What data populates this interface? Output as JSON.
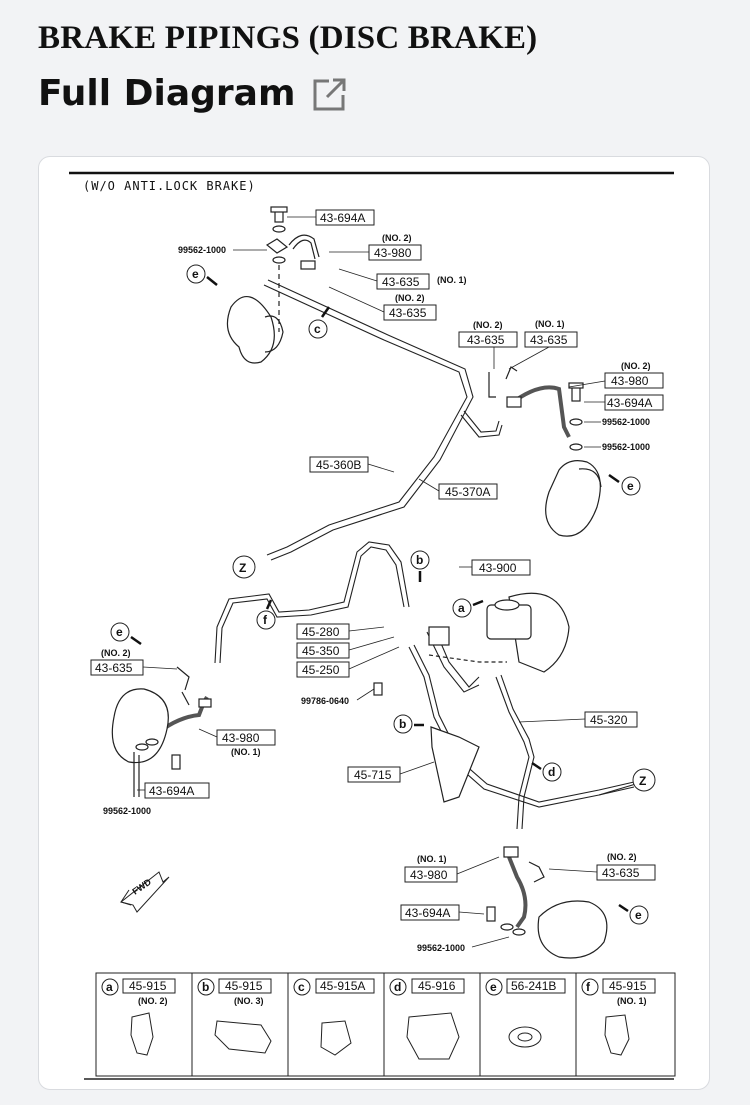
{
  "page": {
    "title": "BRAKE PIPINGS (DISC BRAKE)",
    "subtitle": "Full Diagram",
    "subtitle_icon": "external-link-icon"
  },
  "diagram": {
    "header": "(W/O ANTI.LOCK BRAKE)",
    "labels": {
      "p43694a_top": "43-694A",
      "no2_a": "(NO. 2)",
      "p43980_top": "43-980",
      "p99562_top": "99562-1000",
      "p43635_no1_top": "43-635",
      "no1_a": "(NO. 1)",
      "no2_b": "(NO. 2)",
      "p43635_no2_top": "43-635",
      "no2_c": "(NO. 2)",
      "no1_b": "(NO. 1)",
      "p43635_r1": "43-635",
      "p43635_r2": "43-635",
      "no2_d": "(NO. 2)",
      "p43980_right": "43-980",
      "p43694a_right": "43-694A",
      "p99562_r1": "99562-1000",
      "p99562_r2": "99562-1000",
      "p45360b": "45-360B",
      "p45370a": "45-370A",
      "p43900": "43-900",
      "p45280": "45-280",
      "p45350": "45-350",
      "p45250": "45-250",
      "p99786": "99786-0640",
      "p45320": "45-320",
      "p45715": "45-715",
      "no2_e": "(NO. 2)",
      "p43635_left": "43-635",
      "p43980_left": "43-980",
      "no1_c": "(NO. 1)",
      "p43694a_left": "43-694A",
      "p99562_left": "99562-1000",
      "no1_d": "(NO. 1)",
      "p43980_bottom": "43-980",
      "no2_f": "(NO. 2)",
      "p43635_bottom": "43-635",
      "p43694a_bottom": "43-694A",
      "p99562_bottom": "99562-1000",
      "fwd": "FWD"
    },
    "callouts": {
      "e": "e",
      "c": "c",
      "z": "Z",
      "b": "b",
      "a": "a",
      "f": "f",
      "d": "d"
    },
    "legend": [
      {
        "letter": "a",
        "part": "45-915",
        "note": "(NO. 2)"
      },
      {
        "letter": "b",
        "part": "45-915",
        "note": "(NO. 3)"
      },
      {
        "letter": "c",
        "part": "45-915A",
        "note": ""
      },
      {
        "letter": "d",
        "part": "45-916",
        "note": ""
      },
      {
        "letter": "e",
        "part": "56-241B",
        "note": ""
      },
      {
        "letter": "f",
        "part": "45-915",
        "note": "(NO. 1)"
      }
    ]
  }
}
